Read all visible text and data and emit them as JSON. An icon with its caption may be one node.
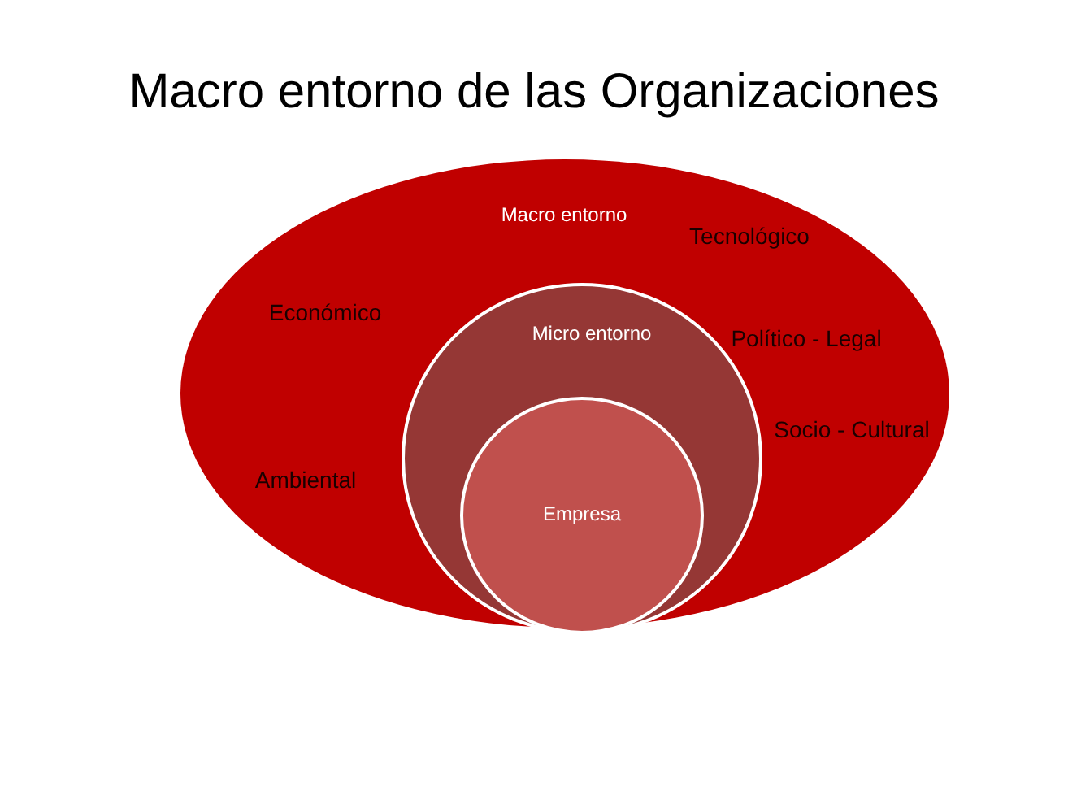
{
  "diagram": {
    "title": "Macro entorno de las Organizaciones",
    "nodes": [
      {
        "text": [
          "Macro entorno",
          "Tecnológico",
          "Económico",
          "Político - Legal",
          "Socio - Cultural",
          "Ambiental"
        ]
      },
      {
        "text": [
          "Micro entorno"
        ],
        "in": 0
      },
      {
        "text": [
          "Empresa"
        ],
        "in": 1
      }
    ]
  }
}
